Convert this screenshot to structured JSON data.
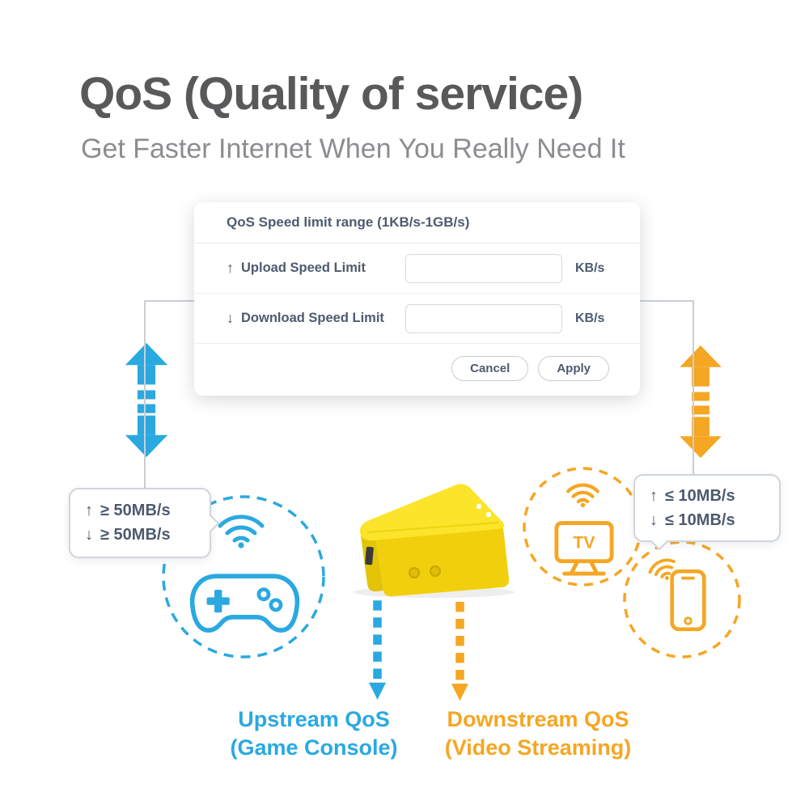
{
  "header": {
    "title": "QoS (Quality of service)",
    "subtitle": "Get Faster Internet When You Really Need It"
  },
  "dialog": {
    "title": "QoS Speed limit range (1KB/s-1GB/s)",
    "upload": {
      "arrow": "↑",
      "label": "Upload Speed Limit",
      "value": "",
      "unit": "KB/s"
    },
    "download": {
      "arrow": "↓",
      "label": "Download Speed Limit",
      "value": "",
      "unit": "KB/s"
    },
    "buttons": {
      "cancel": "Cancel",
      "apply": "Apply"
    }
  },
  "left_bubble": {
    "line1": {
      "arrow": "↑",
      "text": "≥ 50MB/s"
    },
    "line2": {
      "arrow": "↓",
      "text": "≥ 50MB/s"
    }
  },
  "right_bubble": {
    "line1": {
      "arrow": "↑",
      "text": "≤ 10MB/s"
    },
    "line2": {
      "arrow": "↓",
      "text": "≤ 10MB/s"
    }
  },
  "devices": {
    "tv_label": "TV"
  },
  "captions": {
    "upstream": {
      "line1": "Upstream QoS",
      "line2": "(Game Console)"
    },
    "downstream": {
      "line1": "Downstream QoS",
      "line2": "(Video Streaming)"
    }
  },
  "icons": {
    "wifi": "wifi-icon",
    "game_controller": "game-controller-icon",
    "tv": "tv-icon",
    "smartphone": "smartphone-icon",
    "up_down_arrow": "up-down-arrow-icon",
    "dashed_down_arrow": "dashed-down-arrow-icon"
  },
  "colors": {
    "blue": "#2AA9E0",
    "orange": "#F5A623",
    "title_gray": "#58595B",
    "subtitle_gray": "#8B8D90",
    "text_slate": "#4D5B6E",
    "router_yellow": "#F6D41A",
    "connector_gray": "#C9CED3"
  }
}
